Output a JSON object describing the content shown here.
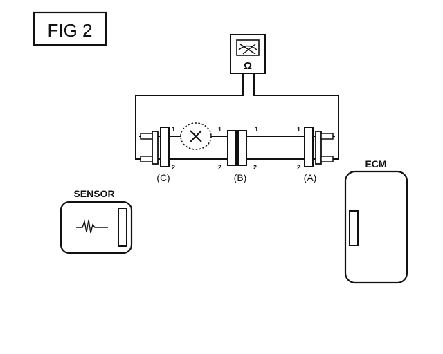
{
  "figure": {
    "title": "FIG 2"
  },
  "meter": {
    "symbol": "Ω"
  },
  "connectors": [
    {
      "id": "C",
      "label": "(C)",
      "pin_top": "1",
      "pin_bottom": "2"
    },
    {
      "id": "B",
      "label": "(B)",
      "pin_top_left": "1",
      "pin_top_right": "1",
      "pin_bottom_left": "2",
      "pin_bottom_right": "2"
    },
    {
      "id": "A",
      "label": "(A)",
      "pin_top": "1",
      "pin_bottom": "2"
    }
  ],
  "sensor": {
    "label": "SENSOR"
  },
  "ecm": {
    "label": "ECM"
  }
}
